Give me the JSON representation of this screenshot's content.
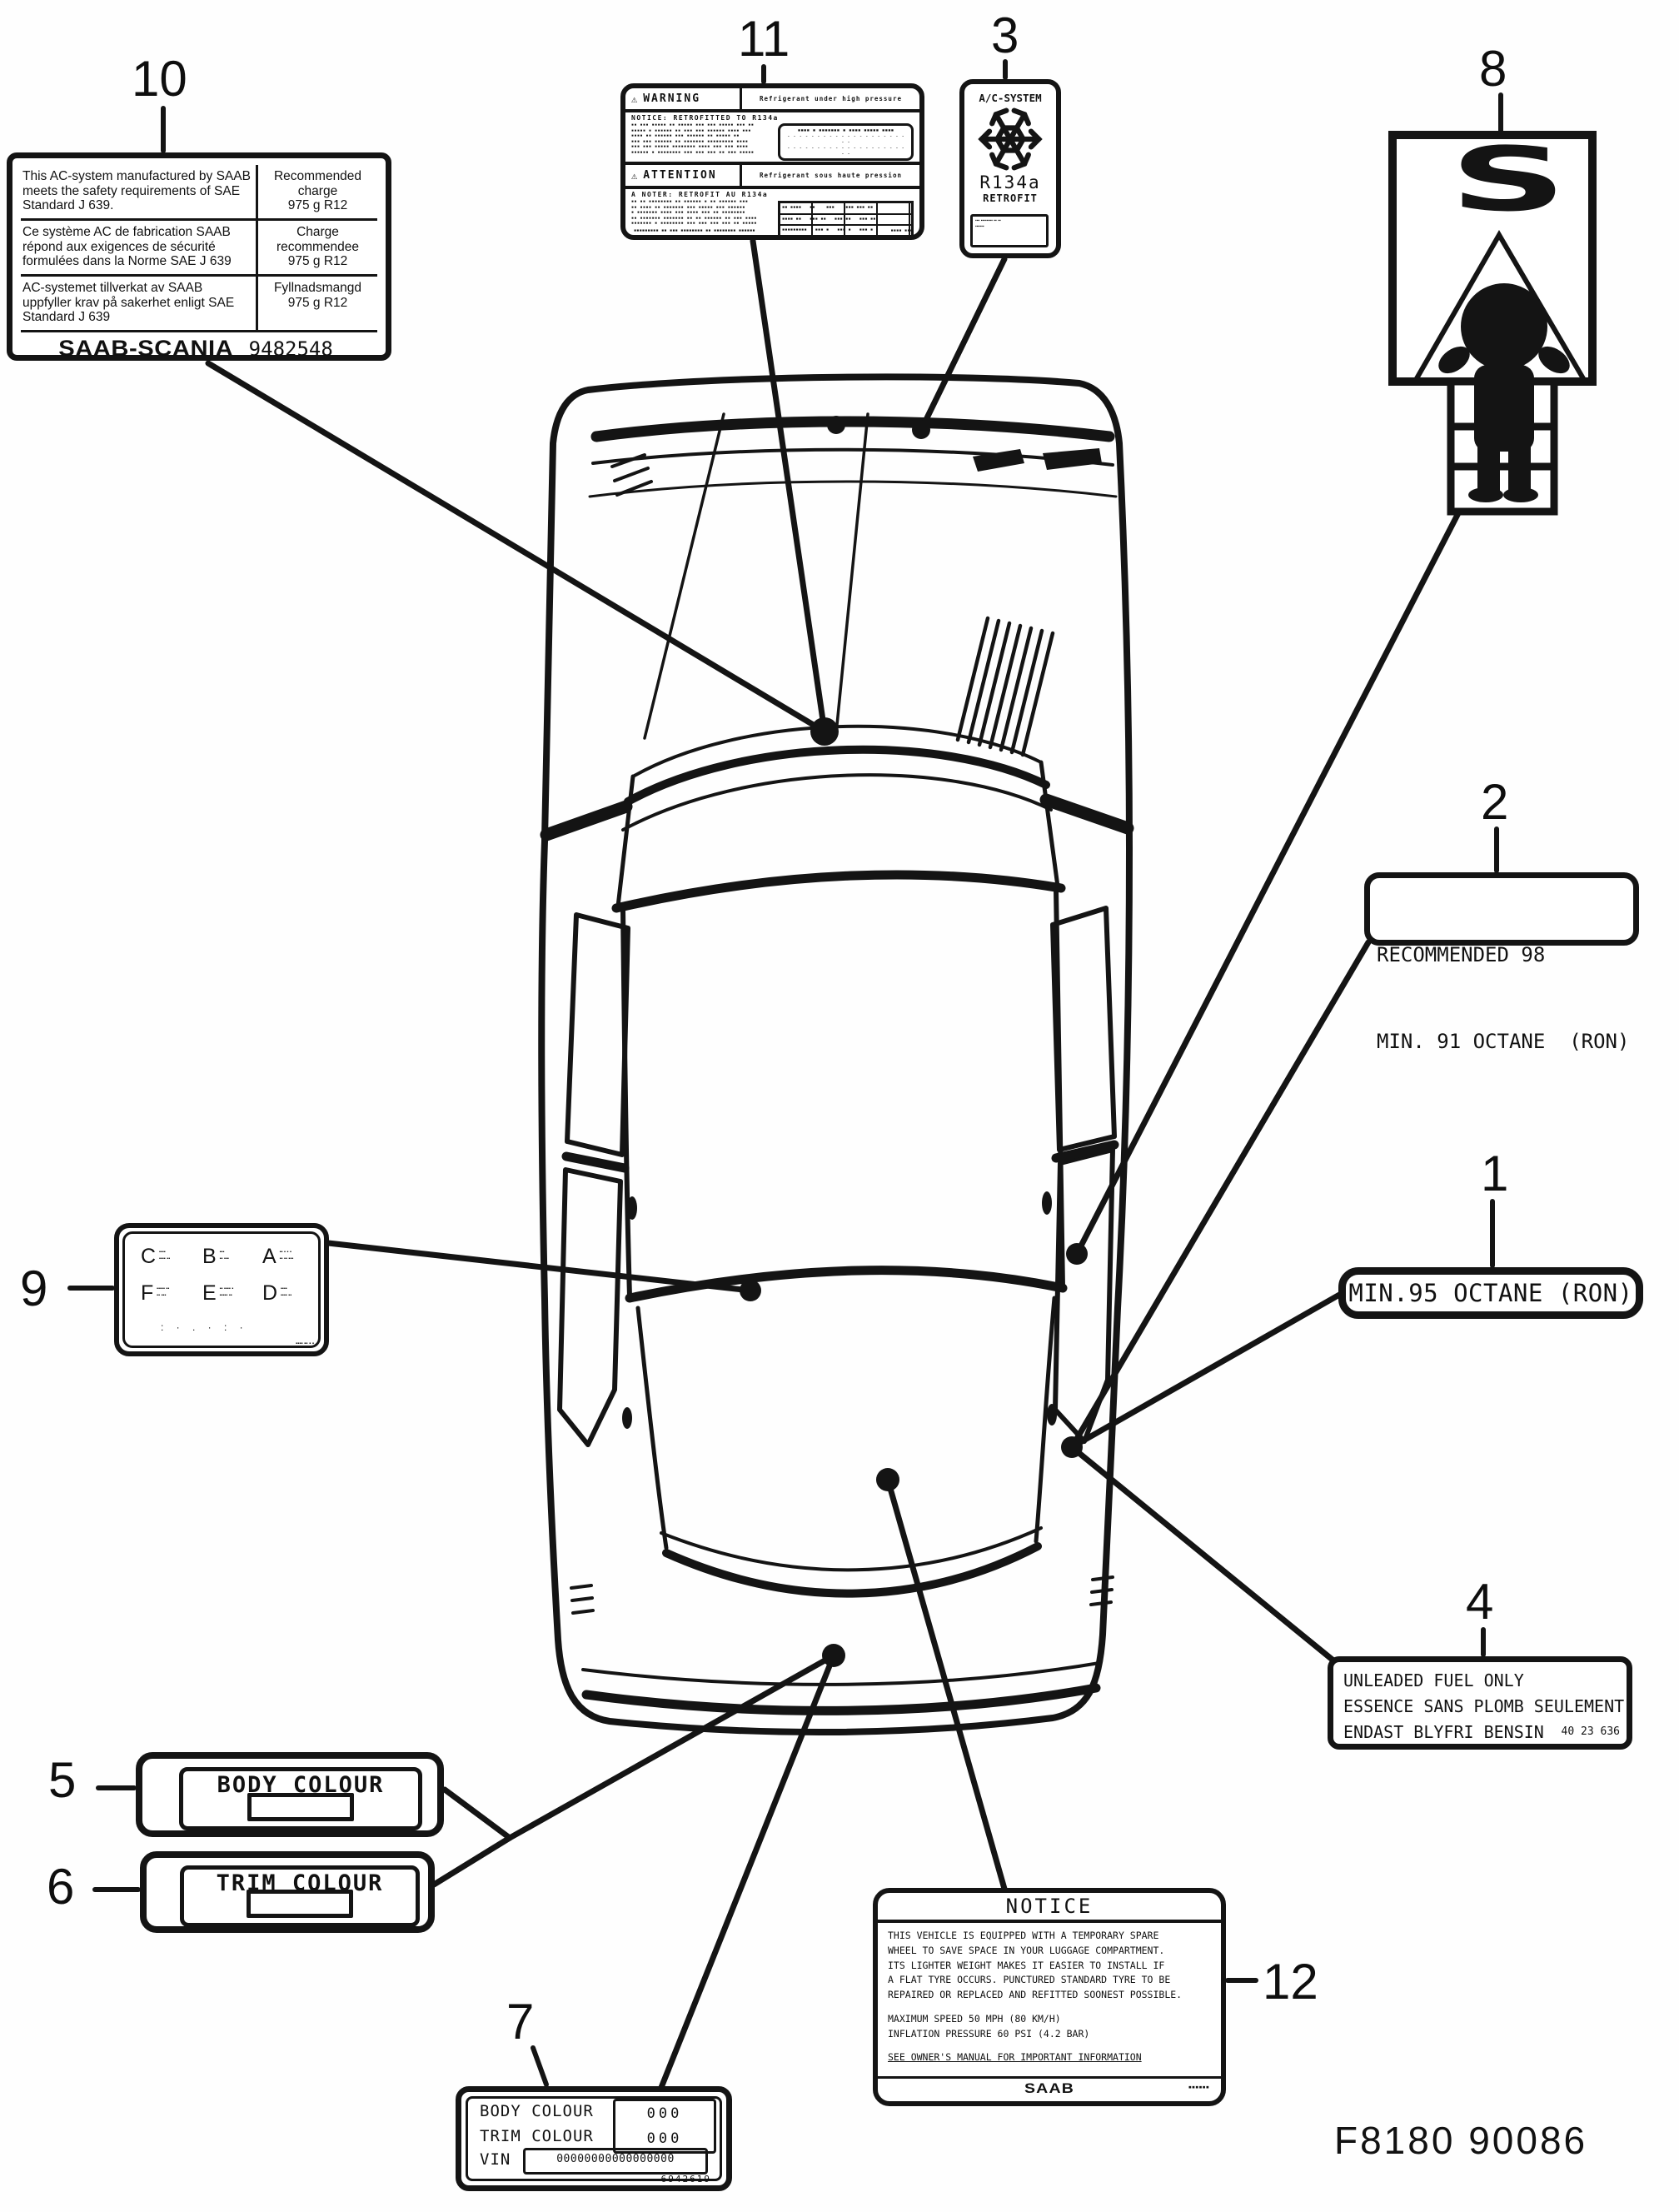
{
  "figure": {
    "code": "F8180 90086"
  },
  "numbers": {
    "n1": "1",
    "n2": "2",
    "n3": "3",
    "n4": "4",
    "n5": "5",
    "n6": "6",
    "n7": "7",
    "n8": "8",
    "n9": "9",
    "n10": "10",
    "n11": "11",
    "n12": "12"
  },
  "labels": {
    "l1": {
      "text": "MIN.95 OCTANE (RON)"
    },
    "l2": {
      "line1": "RECOMMENDED 98",
      "line2": "MIN. 91 OCTANE  (RON)"
    },
    "l3": {
      "title": "A/C-SYSTEM",
      "snowflake_icon": "snowflake",
      "code": "R134a",
      "sub": "RETROFIT",
      "cert": "▪▪▪ ▪▪▪▪▪▪▪▪ ▪▪ ▪▪\n▪▪▪▪▪▪"
    },
    "l4": {
      "line1": "UNLEADED FUEL ONLY",
      "line2": "ESSENCE SANS PLOMB SEULEMENT",
      "line3": "ENDAST BLYFRI BENSIN",
      "part_no": "40 23 636"
    },
    "l5": {
      "text": "BODY COLOUR"
    },
    "l6": {
      "text": "TRIM COLOUR"
    },
    "l7": {
      "row1_label": "BODY COLOUR",
      "row1_value": "000",
      "row2_label": "TRIM COLOUR",
      "row2_value": "000",
      "vin_label": "VIN",
      "vin_value": "00000000000000000",
      "part_no": "6942619"
    },
    "l8": {
      "letter": "S"
    },
    "l9": {
      "cells": [
        {
          "letter": "C",
          "note": "▪▪▪▪\n▪▪▪▪ ▪▪"
        },
        {
          "letter": "B",
          "note": "▪▪▪\n▪▪ ▪▪▪"
        },
        {
          "letter": "A",
          "note": "▪▪ ▪ ▪ ▪\n▪▪ ▪▪ ▪▪▪"
        },
        {
          "letter": "F",
          "note": "▪▪▪▪▪ ▪▪\n▪▪ ▪▪▪"
        },
        {
          "letter": "E",
          "note": "▪▪ ▪▪▪▪ ▪\n▪▪▪▪▪ ▪▪"
        },
        {
          "letter": "D",
          "note": "▪▪▪▪\n▪▪▪▪ ▪▪"
        }
      ],
      "dots": ":   · .   ·    :    ·",
      "part_no": "▪▪▪▪ ▪▪ ▪ ▪"
    },
    "l10": {
      "rows": [
        {
          "text": "This AC-system manufactured by SAAB meets the safety requirements of SAE Standard J 639.",
          "charge": "Recommended\ncharge\n975 g R12"
        },
        {
          "text": "Ce système AC de fabrication SAAB répond aux exigences de sécurité formulées dans la Norme SAE J 639",
          "charge": "Charge\nrecommendee\n975 g R12"
        },
        {
          "text": "AC-systemet tillverkat av SAAB uppfyller krav på sakerhet enligt SAE Standard J 639",
          "charge": "Fyllnadsmangd\n975 g R12"
        }
      ],
      "brand": "SAAB-SCANIA",
      "number": "9482548"
    },
    "l11": {
      "warning_title": "WARNING",
      "warning_note": "Refrigerant under high pressure",
      "notice_line": "NOTICE: RETROFITTED TO R134a",
      "text1": "▪▪ ▪▪▪ ▪▪▪▪▪ ▪▪ ▪▪▪▪▪ ▪▪▪ ▪▪▪ ▪▪▪▪▪ ▪▪▪ ▪▪\n▪▪▪▪▪ ▪ ▪▪▪▪▪▪ ▪▪ ▪▪▪ ▪▪▪ ▪▪▪▪▪▪ ▪▪▪▪ ▪▪▪\n▪▪▪▪ ▪▪ ▪▪▪▪▪▪ ▪▪▪ ▪▪▪▪▪▪ ▪▪ ▪▪▪▪▪ ▪▪\n▪▪▪ ▪▪▪ ▪▪▪▪▪▪ ▪▪ ▪▪▪▪▪▪▪ ▪▪▪▪▪▪▪▪▪ ▪▪▪▪\n▪▪▪ ▪▪▪ ▪▪▪▪▪ ▪▪▪▪▪▪▪▪ ▪▪▪▪ ▪▪▪ ▪▪▪ ▪▪▪▪\n▪▪▪▪▪▪ ▪ ▪▪▪▪▪▪▪▪ ▪▪▪ ▪▪▪ ▪▪▪ ▪▪ ▪▪▪ ▪▪▪▪▪",
      "box_title": "▪▪▪▪ ▪ ▪▪▪▪▪▪▪ ▪ ▪▪▪▪ ▪▪▪▪▪ ▪▪▪▪",
      "box_lines": "- - - - - - - - - - - - - - - - - - - - - -\n- - - - - - - - - - - - - - - - - - - - - -",
      "attention_title": "ATTENTION",
      "attention_note": "Refrigerant sous haute pression",
      "noter_line": "A NOTER: RETROFIT AU R134a",
      "text2": "▪▪ ▪▪ ▪▪▪▪▪▪▪▪ ▪▪ ▪▪▪▪▪▪ ▪ ▪▪ ▪▪▪▪▪▪ ▪▪▪\n▪▪ ▪▪▪▪ ▪▪ ▪▪▪▪▪▪▪ ▪▪▪ ▪▪▪▪▪ ▪▪▪ ▪▪▪▪▪▪\n▪ ▪▪▪▪▪▪▪ ▪▪▪▪ ▪▪▪ ▪▪▪▪ ▪▪▪ ▪▪ ▪▪▪▪▪▪▪▪\n▪▪ ▪▪▪▪▪▪▪ ▪▪▪▪▪▪▪ ▪▪ ▪▪ ▪▪▪▪▪▪ ▪▪ ▪▪▪ ▪▪▪▪\n▪▪▪▪▪▪▪ ▪ ▪▪▪▪▪▪▪▪ ▪▪▪ ▪▪▪ ▪▪▪ ▪▪▪ ▪▪ ▪▪▪▪▪",
      "table_rows": [
        "▪▪ ▪▪▪▪   ▪▪    ▪▪▪    ▪▪▪ ▪▪▪ ▪▪",
        "▪▪▪▪ ▪▪   ▪▪▪ ▪▪   ▪▪▪ ▪▪   ▪▪▪ ▪▪",
        "▪▪▪▪▪▪▪▪▪   ▪▪▪ ▪   ▪▪▪ ▪   ▪▪▪ ▪"
      ],
      "footer": "▪▪▪▪▪▪▪▪▪ ▪▪ ▪▪▪ ▪▪▪▪▪▪▪▪ ▪▪  ▪▪▪▪▪▪▪▪ ▪▪▪▪▪▪",
      "footer_no": "▪▪▪▪ ▪▪▪"
    },
    "l12": {
      "title": "NOTICE",
      "body": "THIS VEHICLE IS EQUIPPED WITH A TEMPORARY SPARE\nWHEEL TO SAVE SPACE IN YOUR LUGGAGE COMPARTMENT.\nITS LIGHTER WEIGHT MAKES IT EASIER TO INSTALL IF\nA FLAT TYRE OCCURS. PUNCTURED STANDARD TYRE TO BE\nREPAIRED OR REPLACED AND REFITTED SOONEST POSSIBLE.",
      "speed": "MAXIMUM SPEED 50 MPH (80 KM/H)",
      "pressure": "INFLATION PRESSURE 60 PSI (4.2 BAR)",
      "manual": "SEE OWNER'S MANUAL FOR IMPORTANT INFORMATION",
      "brand": "SAAB",
      "footer_no": "▪▪▪▪▪▪"
    }
  }
}
